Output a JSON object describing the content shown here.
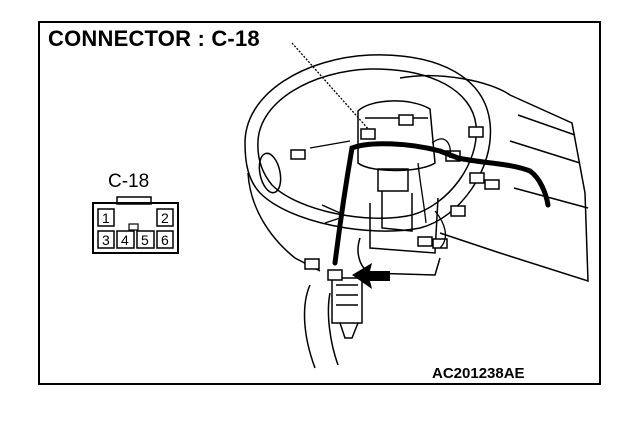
{
  "title": "CONNECTOR : C-18",
  "connector_label": "C-18",
  "drawing_code": "AC201238AE",
  "pins": {
    "p1": "1",
    "p2": "2",
    "p3": "3",
    "p4": "4",
    "p5": "5",
    "p6": "6"
  },
  "colors": {
    "line": "#000000",
    "background": "#ffffff"
  }
}
